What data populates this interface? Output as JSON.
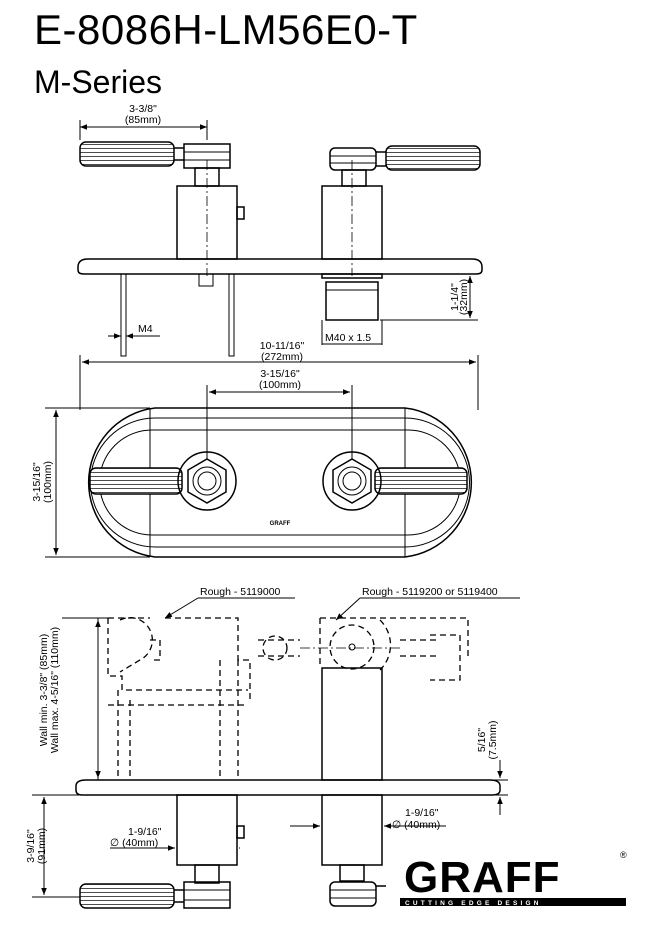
{
  "header": {
    "title": "E-8086H-LM56E0-T",
    "subtitle": "M-Series"
  },
  "dimensions": {
    "top_width_in": "3-3/8\"",
    "top_width_mm": "(85mm)",
    "stem_height_in": "1-1/4\"",
    "stem_height_mm": "(32mm)",
    "thread_m4": "M4",
    "thread_m40": "M40 x 1.5",
    "plate_width_in": "10-11/16\"",
    "plate_width_mm": "(272mm)",
    "center_spacing_in": "3-15/16\"",
    "center_spacing_mm": "(100mm)",
    "plate_height_in": "3-15/16\"",
    "plate_height_mm": "(100mm)",
    "wall_min": "Wall min. 3-3/8\" (85mm)",
    "wall_max": "Wall max. 4-5/16\" (110mm)",
    "plate_thickness_in": "5/16\"",
    "plate_thickness_mm": "(7.5mm)",
    "trim_left_dia_in": "1-9/16\"",
    "trim_left_dia_mm": "∅ (40mm)",
    "trim_right_dia_in": "1-9/16\"",
    "trim_right_dia_mm": "∅ (40mm)",
    "projection_in": "3-9/16\"",
    "projection_mm": "(91mm)"
  },
  "callouts": {
    "rough_left": "Rough - 5119000",
    "rough_right": "Rough - 5119200 or 5119400",
    "plate_logo": "GRAFF"
  },
  "brand": {
    "name": "GRAFF",
    "tagline": "CUTTING EDGE DESIGN",
    "registered": "®"
  }
}
